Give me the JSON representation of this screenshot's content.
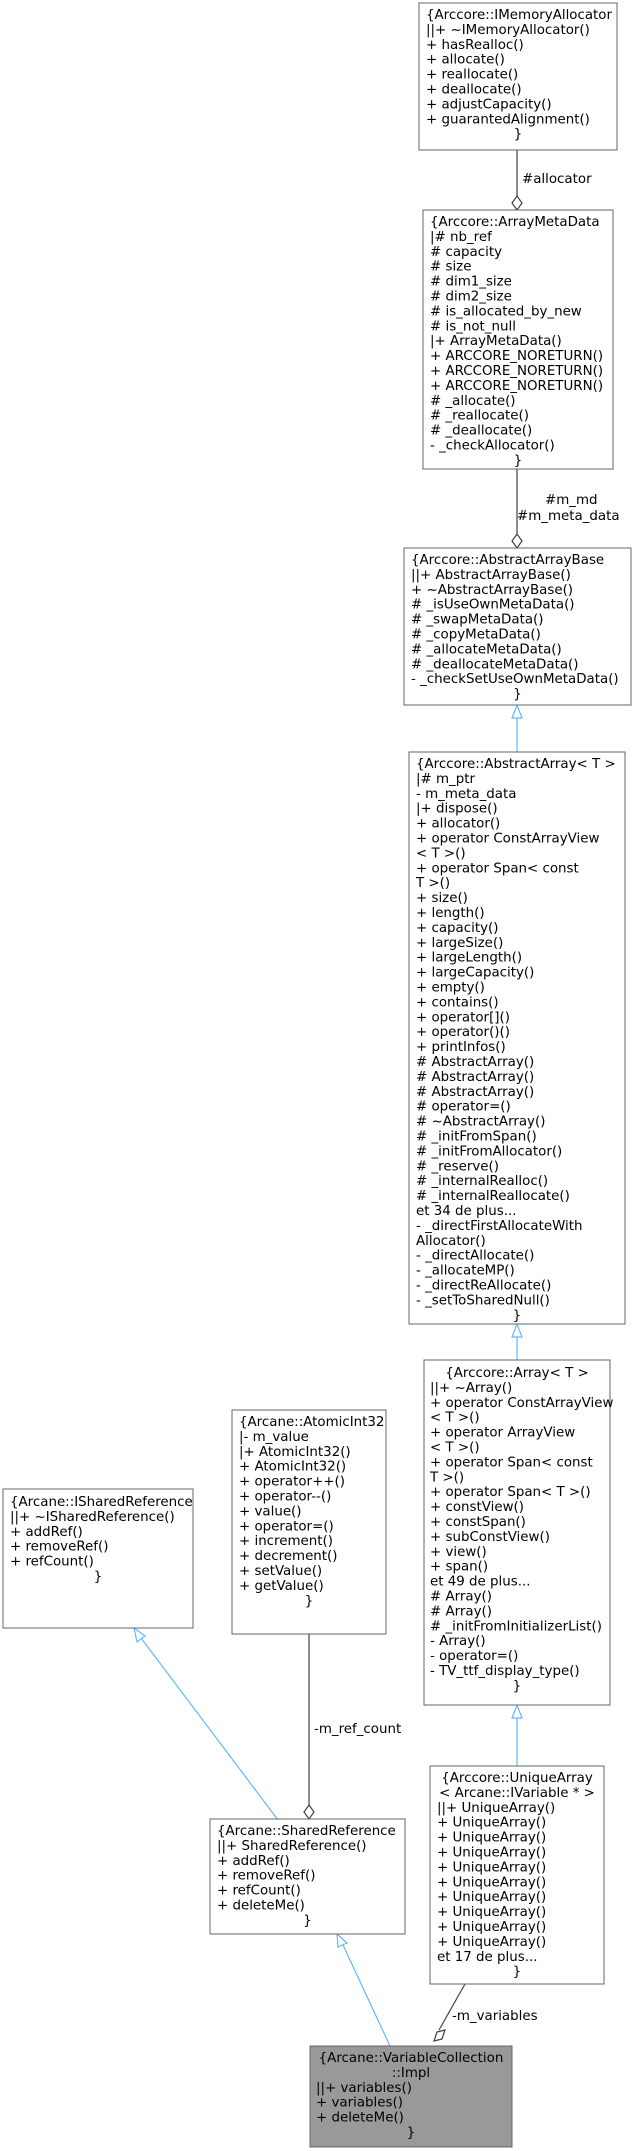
{
  "diagram": {
    "classes": [
      {
        "id": "imemoryallocator",
        "lines": [
          "{Arccore::IMemoryAllocator",
          "||+ ~IMemoryAllocator()",
          "+ hasRealloc()",
          "+ allocate()",
          "+ reallocate()",
          "+ deallocate()",
          "+ adjustCapacity()",
          "+ guarantedAlignment()",
          "}"
        ]
      },
      {
        "id": "arraymetadata",
        "lines": [
          "{Arccore::ArrayMetaData",
          "|# nb_ref",
          "# capacity",
          "# size",
          "# dim1_size",
          "# dim2_size",
          "# is_allocated_by_new",
          "# is_not_null",
          "|+ ArrayMetaData()",
          "+ ARCCORE_NORETURN()",
          "+ ARCCORE_NORETURN()",
          "+ ARCCORE_NORETURN()",
          "# _allocate()",
          "# _reallocate()",
          "# _deallocate()",
          "- _checkAllocator()",
          "}"
        ]
      },
      {
        "id": "abstractarraybase",
        "lines": [
          "{Arccore::AbstractArrayBase",
          "||+ AbstractArrayBase()",
          "+ ~AbstractArrayBase()",
          "# _isUseOwnMetaData()",
          "# _swapMetaData()",
          "# _copyMetaData()",
          "# _allocateMetaData()",
          "# _deallocateMetaData()",
          "- _checkSetUseOwnMetaData()",
          "}"
        ]
      },
      {
        "id": "abstractarray",
        "lines": [
          "{Arccore::AbstractArray< T >",
          "|# m_ptr",
          "- m_meta_data",
          "|+ dispose()",
          "+ allocator()",
          "+ operator ConstArrayView",
          "< T >()",
          "+ operator Span< const",
          " T >()",
          "+ size()",
          "+ length()",
          "+ capacity()",
          "+ largeSize()",
          "+ largeLength()",
          "+ largeCapacity()",
          "+ empty()",
          "+ contains()",
          "+ operator[]()",
          "+ operator()()",
          "+ printInfos()",
          "# AbstractArray()",
          "# AbstractArray()",
          "# AbstractArray()",
          "# operator=()",
          "# ~AbstractArray()",
          "# _initFromSpan()",
          "# _initFromAllocator()",
          "# _reserve()",
          "# _internalRealloc()",
          "# _internalReallocate()",
          "et 34 de plus...",
          "- _directFirstAllocateWith",
          "Allocator()",
          "- _directAllocate()",
          "- _allocateMP()",
          "- _directReAllocate()",
          "- _setToSharedNull()",
          "}"
        ]
      },
      {
        "id": "array",
        "lines": [
          "{Arccore::Array< T >",
          "||+ ~Array()",
          "+ operator ConstArrayView",
          "< T >()",
          "+ operator ArrayView",
          "< T >()",
          "+ operator Span< const",
          " T >()",
          "+ operator Span< T >()",
          "+ constView()",
          "+ constSpan()",
          "+ subConstView()",
          "+ view()",
          "+ span()",
          "et 49 de plus...",
          "# Array()",
          "# Array()",
          "# _initFromInitializerList()",
          "- Array()",
          "- operator=()",
          "- TV_ttf_display_type()",
          "}"
        ]
      },
      {
        "id": "isharedreference",
        "lines": [
          "{Arcane::ISharedReference",
          "||+ ~ISharedReference()",
          "+ addRef()",
          "+ removeRef()",
          "+ refCount()",
          "}"
        ]
      },
      {
        "id": "atomicint32",
        "lines": [
          "{Arcane::AtomicInt32",
          "|- m_value",
          "|+ AtomicInt32()",
          "+ AtomicInt32()",
          "+ operator++()",
          "+ operator--()",
          "+ value()",
          "+ operator=()",
          "+ increment()",
          "+ decrement()",
          "+ setValue()",
          "+ getValue()",
          "}"
        ]
      },
      {
        "id": "sharedreference",
        "lines": [
          "{Arcane::SharedReference",
          "||+ SharedReference()",
          "+ addRef()",
          "+ removeRef()",
          "+ refCount()",
          "+ deleteMe()",
          "}"
        ]
      },
      {
        "id": "uniquearray",
        "lines": [
          "{Arccore::UniqueArray",
          "< Arcane::IVariable * >",
          "||+ UniqueArray()",
          "+ UniqueArray()",
          "+ UniqueArray()",
          "+ UniqueArray()",
          "+ UniqueArray()",
          "+ UniqueArray()",
          "+ UniqueArray()",
          "+ UniqueArray()",
          "+ UniqueArray()",
          "+ UniqueArray()",
          "et 17 de plus...",
          "}"
        ]
      },
      {
        "id": "impl",
        "lines": [
          "{Arcane::VariableCollection",
          "::Impl",
          "||+ variables()",
          "+ variables()",
          "+ deleteMe()",
          "}"
        ]
      }
    ],
    "edge_labels": {
      "allocator": "#allocator",
      "md_1": "#m_md",
      "md_2": "#m_meta_data",
      "ref_count": "-m_ref_count",
      "variables": "-m_variables"
    }
  }
}
